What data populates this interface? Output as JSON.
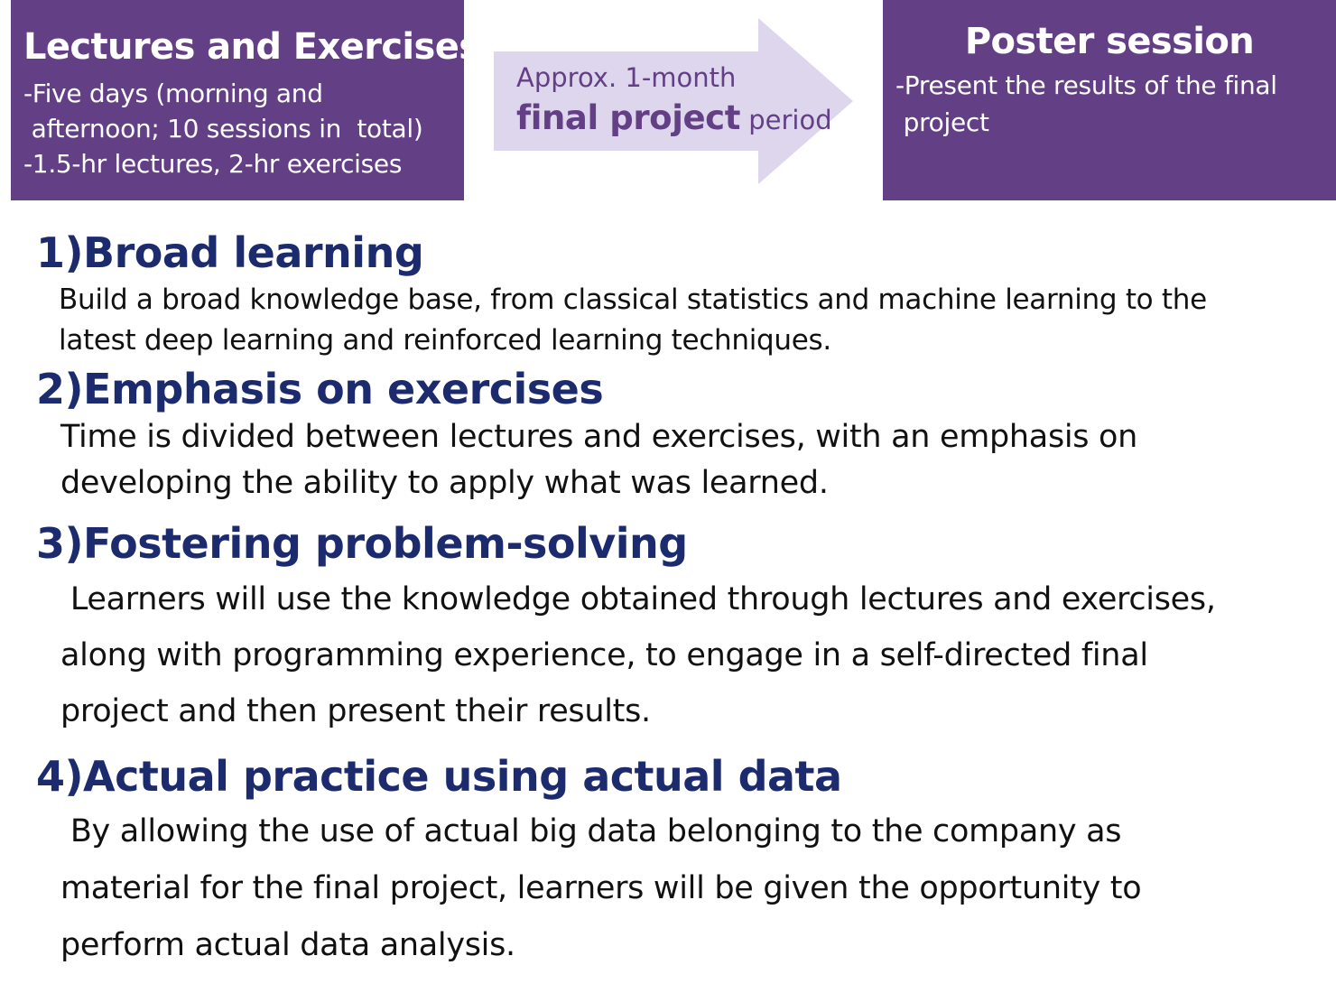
{
  "colors": {
    "box_bg": "#633f85",
    "box_text": "#ffffff",
    "arrow_fill": "#ddd6ec",
    "arrow_text": "#633f85",
    "heading": "#1c2a6e",
    "body_text": "#111111"
  },
  "flow": {
    "left_box": {
      "title": "Lectures and Exercises",
      "lines": [
        "-Five days (morning and",
        " afternoon; 10 sessions in  total)",
        "-1.5-hr lectures, 2-hr exercises"
      ]
    },
    "arrow": {
      "line1": "Approx. 1-month",
      "bold": "final project",
      "tail": " period"
    },
    "right_box": {
      "title": "Poster session",
      "lines": [
        "-Present the results of the final",
        " project"
      ]
    }
  },
  "sections": [
    {
      "heading": "1)Broad learning",
      "lines": [
        "Build a broad knowledge base, from classical statistics and machine learning to the",
        "latest deep learning and reinforced learning techniques."
      ]
    },
    {
      "heading": "2)Emphasis on exercises",
      "lines": [
        "Time is divided between lectures and exercises, with an emphasis on",
        "developing the ability to apply what was learned."
      ]
    },
    {
      "heading": "3)Fostering problem-solving",
      "lines": [
        " Learners will use the knowledge obtained through lectures and exercises,",
        "along with programming experience, to engage in a self-directed final",
        "project and then present their results."
      ]
    },
    {
      "heading": "4)Actual practice using actual data",
      "lines": [
        " By allowing the use of actual big data belonging to the company as",
        "material for the final project, learners will be given the opportunity to",
        "perform actual data analysis."
      ]
    }
  ]
}
